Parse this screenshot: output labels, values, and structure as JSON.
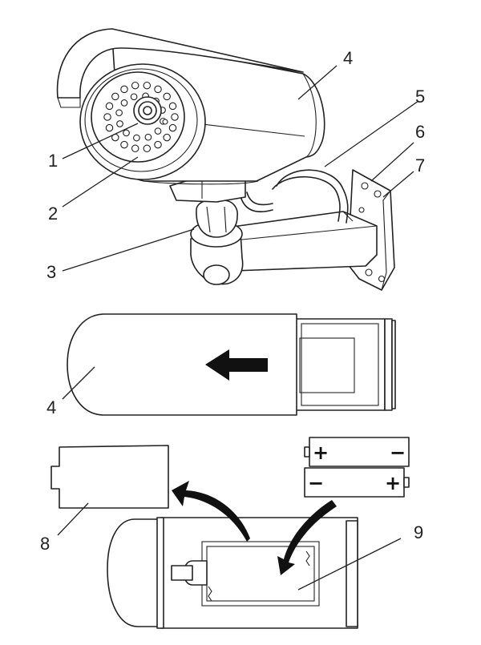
{
  "callouts": {
    "c1": "1",
    "c2": "2",
    "c3": "3",
    "c4_top": "4",
    "c5": "5",
    "c6": "6",
    "c7": "7",
    "c4_mid": "4",
    "c8": "8",
    "c9": "9"
  },
  "battery_signs": {
    "top_left": "+",
    "top_right": "−",
    "bottom_left": "−",
    "bottom_right": "+"
  }
}
